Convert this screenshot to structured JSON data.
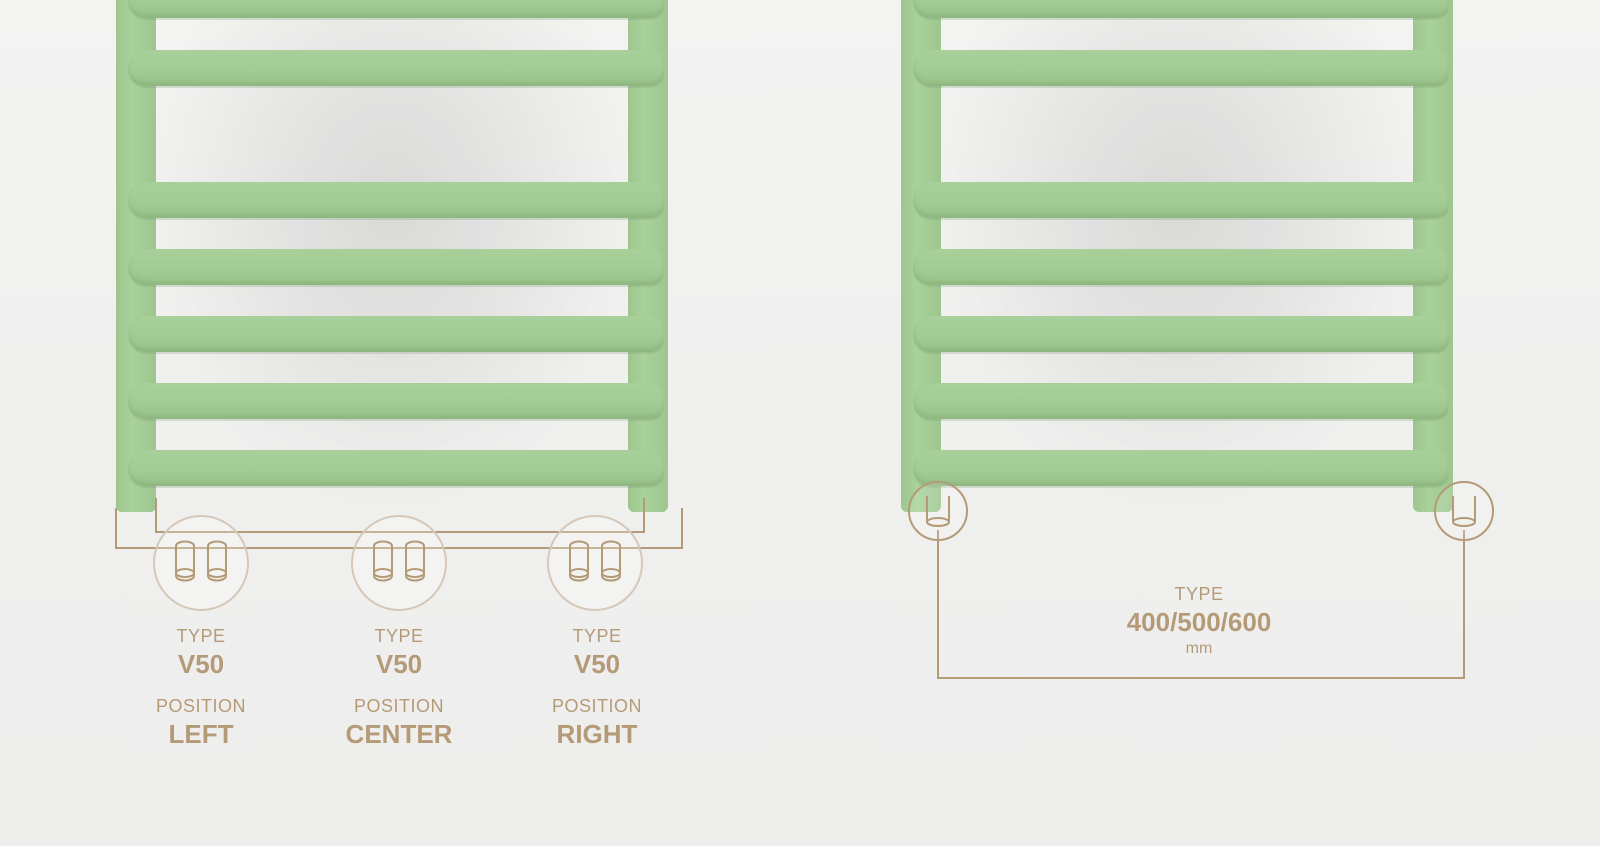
{
  "colors": {
    "radiator": "#a6cf98",
    "line": "#b59a78",
    "circle": "#d6c8b8"
  },
  "left_options": [
    {
      "type_label": "TYPE",
      "type_value": "V50",
      "position_label": "POSITION",
      "position_value": "LEFT"
    },
    {
      "type_label": "TYPE",
      "type_value": "V50",
      "position_label": "POSITION",
      "position_value": "CENTER"
    },
    {
      "type_label": "TYPE",
      "type_value": "V50",
      "position_label": "POSITION",
      "position_value": "RIGHT"
    }
  ],
  "right_spacing": {
    "type_label": "TYPE",
    "value": "400/500/600",
    "unit": "mm"
  }
}
